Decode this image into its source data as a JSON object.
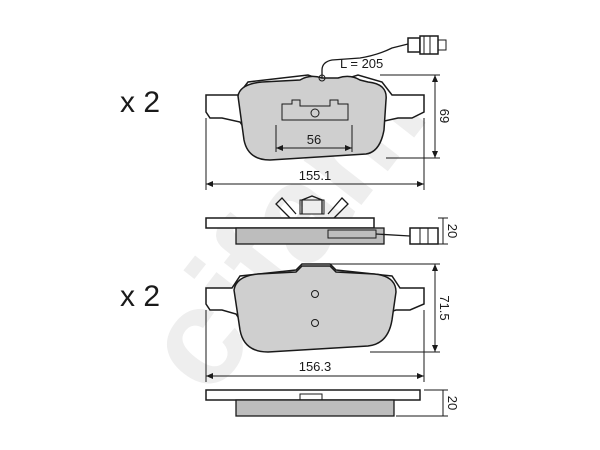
{
  "watermark": {
    "brand": "cifam"
  },
  "top_pad": {
    "quantity": "x 2",
    "sensor_length": "L = 205",
    "slot_width": "56",
    "height": "69",
    "width": "155.1",
    "thickness": "20"
  },
  "bottom_pad": {
    "quantity": "x 2",
    "height": "71.5",
    "width": "156.3",
    "thickness": "20"
  }
}
